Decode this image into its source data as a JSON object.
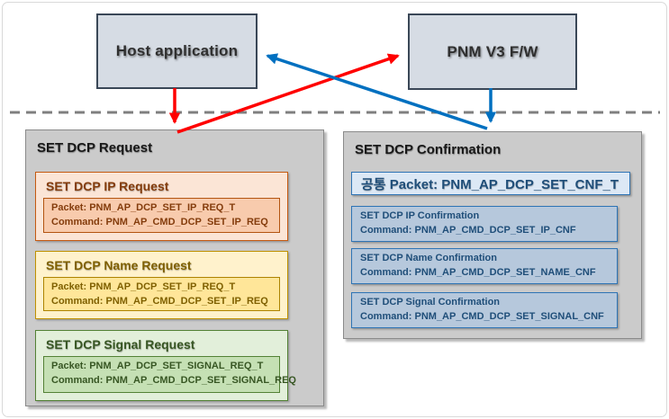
{
  "top": {
    "host_box": {
      "label": "Host application"
    },
    "pnm_box": {
      "label": "PNM V3 F/W"
    }
  },
  "request_panel": {
    "title": "SET DCP Request",
    "groups": [
      {
        "title": "SET DCP IP Request",
        "packet": "Packet: PNM_AP_DCP_SET_IP_REQ_T",
        "command": "Command: PNM_AP_CMD_DCP_SET_IP_REQ"
      },
      {
        "title": "SET DCP Name Request",
        "packet": "Packet: PNM_AP_DCP_SET_IP_REQ_T",
        "command": "Command: PNM_AP_CMD_DCP_SET_IP_REQ"
      },
      {
        "title": "SET DCP Signal Request",
        "packet": "Packet: PNM_AP_DCP_SET_SIGNAL_REQ_T",
        "command": "Command: PNM_AP_CMD_DCP_SET_SIGNAL_REQ"
      }
    ]
  },
  "confirmation_panel": {
    "title": "SET DCP Confirmation",
    "common_packet": "공통 Packet: PNM_AP_DCP_SET_CNF_T",
    "items": [
      {
        "title": "SET DCP IP Confirmation",
        "command": "Command: PNM_AP_CMD_DCP_SET_IP_CNF"
      },
      {
        "title": "SET DCP Name Confirmation",
        "command": "Command: PNM_AP_CMD_DCP_SET_NAME_CNF"
      },
      {
        "title": "SET DCP Signal Confirmation",
        "command": "Command: PNM_AP_CMD_DCP_SET_SIGNAL_CNF"
      }
    ]
  },
  "colors": {
    "red_arrow": "#FF0000",
    "blue_arrow": "#0070C0",
    "divider": "#7F7F7F",
    "request_orange": "#C55A11",
    "request_yellow": "#BF9000",
    "request_green": "#538135",
    "confirmation_blue": "#2E74B5",
    "endpoint_fill": "#D6DCE4",
    "panel_gray": "#CBCBCB"
  }
}
